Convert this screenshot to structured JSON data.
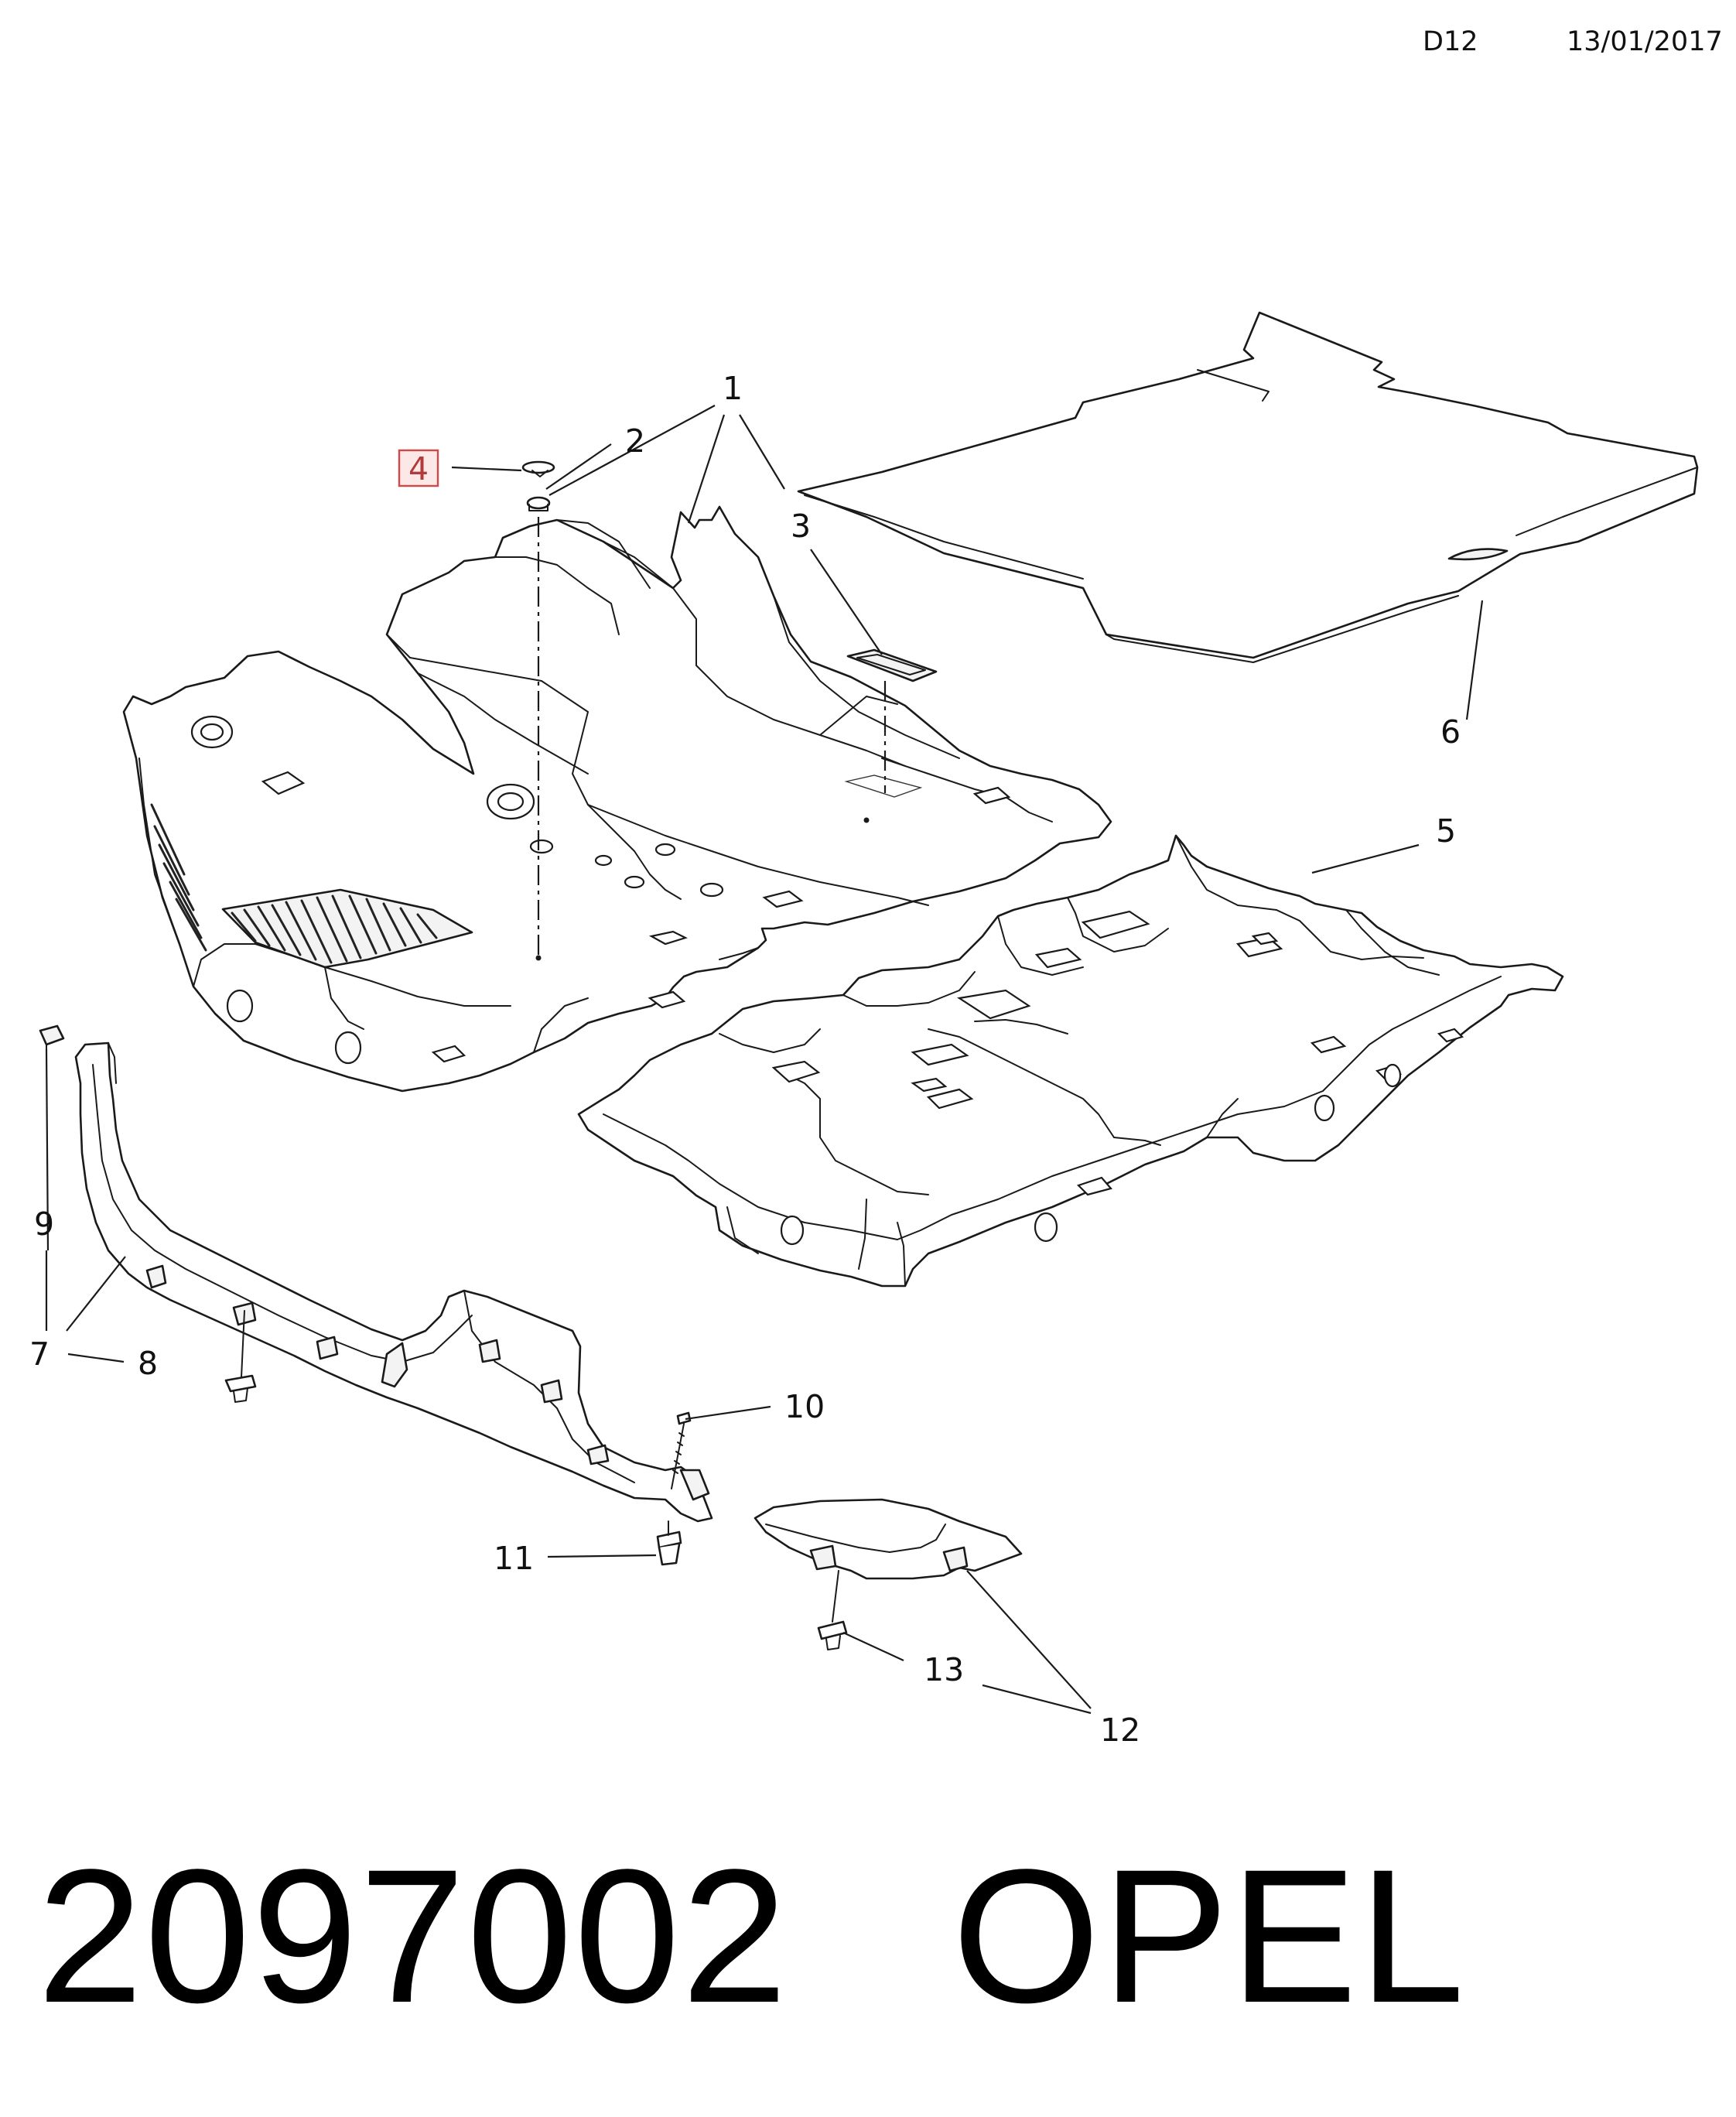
{
  "header": {
    "code": "D12",
    "date": "13/01/2017"
  },
  "callouts": [
    {
      "id": "1",
      "label": "1"
    },
    {
      "id": "2",
      "label": "2"
    },
    {
      "id": "3",
      "label": "3"
    },
    {
      "id": "4",
      "label": "4",
      "highlighted": true
    },
    {
      "id": "5",
      "label": "5"
    },
    {
      "id": "6",
      "label": "6"
    },
    {
      "id": "7",
      "label": "7"
    },
    {
      "id": "8",
      "label": "8"
    },
    {
      "id": "9",
      "label": "9"
    },
    {
      "id": "10",
      "label": "10"
    },
    {
      "id": "11",
      "label": "11"
    },
    {
      "id": "12",
      "label": "12"
    },
    {
      "id": "13",
      "label": "13"
    }
  ],
  "colors": {
    "highlight_fill": "#fde8e8",
    "highlight_stroke": "#d04848",
    "line": "#1a1a1a"
  },
  "footer": {
    "part_number": "2097002",
    "brand": "OPEL"
  }
}
